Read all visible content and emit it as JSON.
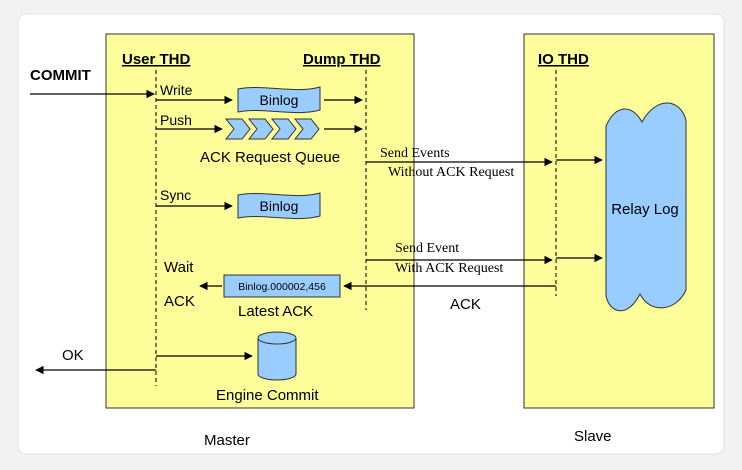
{
  "colors": {
    "page_background": "#f2f2f2",
    "card_background": "#ffffff",
    "box_fill": "#fdfd99",
    "box_stroke": "#333333",
    "shape_fill": "#99ccff",
    "line": "#000000"
  },
  "commit_label": "COMMIT",
  "ok_label": "OK",
  "master": {
    "caption": "Master",
    "user_thd": "User THD",
    "dump_thd": "Dump THD",
    "write_label": "Write",
    "push_label": "Push",
    "sync_label": "Sync",
    "wait_label": "Wait",
    "ack_label": "ACK",
    "binlog_write": "Binlog",
    "binlog_sync": "Binlog",
    "ack_queue_label": "ACK Request Queue",
    "latest_ack_value": "Binlog.000002,456",
    "latest_ack_label": "Latest ACK",
    "engine_commit_label": "Engine Commit"
  },
  "messages": {
    "send_events_line1": "Send Events",
    "send_events_line2": "Without ACK Request",
    "send_event_line1": "Send Event",
    "send_event_line2": "With ACK Request",
    "ack_reply": "ACK"
  },
  "slave": {
    "caption": "Slave",
    "io_thd": "IO THD",
    "relay_log_label": "Relay Log"
  }
}
